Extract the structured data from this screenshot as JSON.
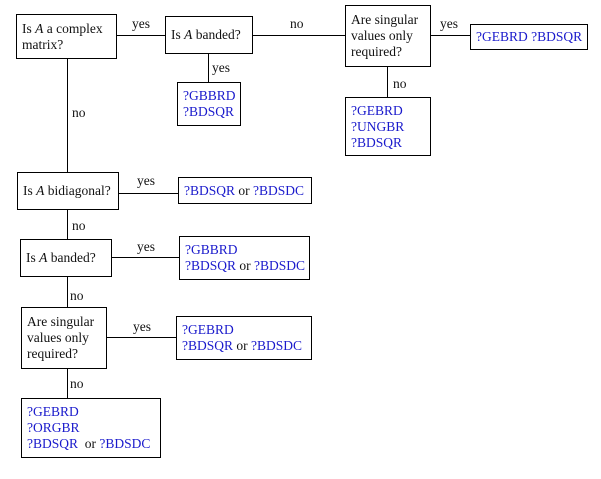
{
  "colors": {
    "routine": "#1a1acc",
    "text": "#111111",
    "line": "#000000"
  },
  "nodes": {
    "q1": {
      "kind": "question",
      "lines": [
        [
          {
            "t": "Is "
          },
          {
            "t": "A",
            "i": true
          },
          {
            "t": " a complex"
          }
        ],
        [
          {
            "t": "matrix?"
          }
        ]
      ]
    },
    "q2": {
      "kind": "question",
      "lines": [
        [
          {
            "t": "Is "
          },
          {
            "t": "A",
            "i": true
          },
          {
            "t": " banded?"
          }
        ]
      ]
    },
    "q3": {
      "kind": "question",
      "lines": [
        [
          {
            "t": "Are singular"
          }
        ],
        [
          {
            "t": "values only"
          }
        ],
        [
          {
            "t": "required?"
          }
        ]
      ]
    },
    "r4": {
      "kind": "result",
      "lines": [
        [
          {
            "t": "?GEBRD ?BDSQR",
            "b": true
          }
        ]
      ]
    },
    "r5": {
      "kind": "result",
      "lines": [
        [
          {
            "t": "?GBBRD",
            "b": true
          }
        ],
        [
          {
            "t": "?BDSQR",
            "b": true
          }
        ]
      ]
    },
    "r6": {
      "kind": "result",
      "lines": [
        [
          {
            "t": "?GEBRD",
            "b": true
          }
        ],
        [
          {
            "t": "?UNGBR",
            "b": true
          }
        ],
        [
          {
            "t": "?BDSQR",
            "b": true
          }
        ]
      ]
    },
    "q7": {
      "kind": "question",
      "lines": [
        [
          {
            "t": "Is "
          },
          {
            "t": "A",
            "i": true
          },
          {
            "t": " bidiagonal?"
          }
        ]
      ]
    },
    "r8": {
      "kind": "result",
      "lines": [
        [
          {
            "t": "?BDSQR",
            "b": true
          },
          {
            "t": " or "
          },
          {
            "t": "?BDSDC",
            "b": true
          }
        ]
      ]
    },
    "q9": {
      "kind": "question",
      "lines": [
        [
          {
            "t": "Is "
          },
          {
            "t": "A",
            "i": true
          },
          {
            "t": " banded?"
          }
        ]
      ]
    },
    "r10": {
      "kind": "result",
      "lines": [
        [
          {
            "t": "?GBBRD",
            "b": true
          }
        ],
        [
          {
            "t": "?BDSQR",
            "b": true
          },
          {
            "t": " or "
          },
          {
            "t": "?BDSDC",
            "b": true
          }
        ]
      ]
    },
    "q11": {
      "kind": "question",
      "lines": [
        [
          {
            "t": "Are singular"
          }
        ],
        [
          {
            "t": "values only"
          }
        ],
        [
          {
            "t": "required?"
          }
        ]
      ]
    },
    "r12": {
      "kind": "result",
      "lines": [
        [
          {
            "t": "?GEBRD",
            "b": true
          }
        ],
        [
          {
            "t": "?BDSQR",
            "b": true
          },
          {
            "t": " or "
          },
          {
            "t": "?BDSDC",
            "b": true
          }
        ]
      ]
    },
    "r13": {
      "kind": "result",
      "lines": [
        [
          {
            "t": "?GEBRD",
            "b": true
          }
        ],
        [
          {
            "t": "?ORGBR",
            "b": true
          }
        ],
        [
          {
            "t": "?BDSQR",
            "b": true
          },
          {
            "t": "  or "
          },
          {
            "t": "?BDSDC",
            "b": true
          }
        ]
      ]
    }
  },
  "edges": {
    "e1": {
      "from": "q1",
      "to": "q2",
      "label": "yes"
    },
    "e2": {
      "from": "q2",
      "to": "q3",
      "label": "no"
    },
    "e3": {
      "from": "q3",
      "to": "r4",
      "label": "yes"
    },
    "e4": {
      "from": "q2",
      "to": "r5",
      "label": "yes"
    },
    "e5": {
      "from": "q3",
      "to": "r6",
      "label": "no"
    },
    "e6": {
      "from": "q1",
      "to": "q7",
      "label": "no"
    },
    "e7": {
      "from": "q7",
      "to": "r8",
      "label": "yes"
    },
    "e8": {
      "from": "q7",
      "to": "q9",
      "label": "no"
    },
    "e9": {
      "from": "q9",
      "to": "r10",
      "label": "yes"
    },
    "e10": {
      "from": "q9",
      "to": "q11",
      "label": "no"
    },
    "e11": {
      "from": "q11",
      "to": "r12",
      "label": "yes"
    },
    "e12": {
      "from": "q11",
      "to": "r13",
      "label": "no"
    }
  }
}
